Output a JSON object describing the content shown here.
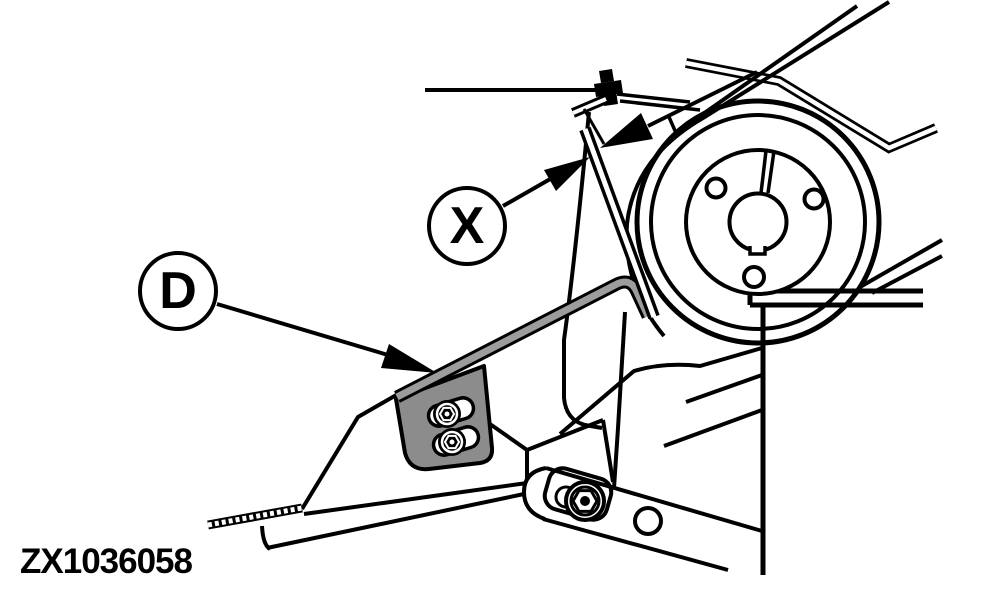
{
  "figure": {
    "code": "ZX1036058",
    "type": "technical-line-illustration"
  },
  "callouts": {
    "d": {
      "label": "D"
    },
    "x": {
      "label": "X"
    }
  },
  "parts": {
    "pulley": "drive-pulley",
    "straightedge": "alignment-straightedge",
    "bracket": "adjustment-bracket",
    "rod": "bent-rod-handle",
    "belt": "drive-belt",
    "arm": "pivot-arm"
  },
  "colors": {
    "line": "#000000",
    "background": "#ffffff",
    "bracket_fill": "#8c8c8c",
    "rod_fill": "#9c9c9c"
  }
}
